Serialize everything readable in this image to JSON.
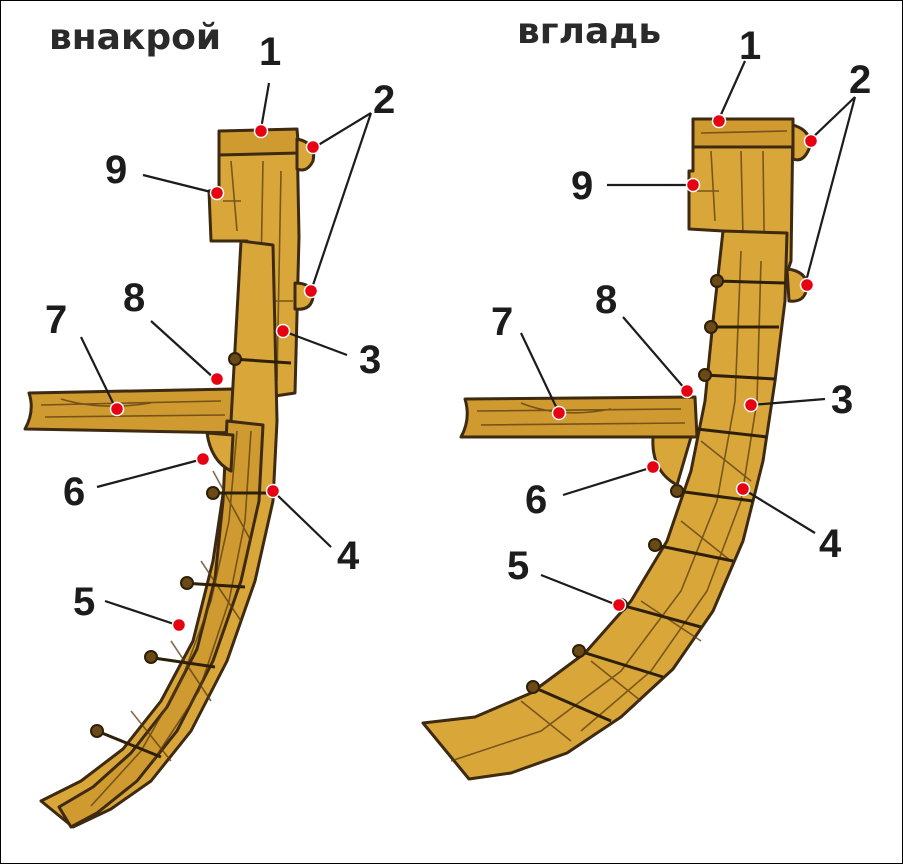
{
  "diagrams": [
    {
      "title": "внакрой",
      "labels": [
        "1",
        "2",
        "9",
        "8",
        "7",
        "3",
        "6",
        "4",
        "5"
      ]
    },
    {
      "title": "вгладь",
      "labels": [
        "1",
        "2",
        "9",
        "8",
        "7",
        "3",
        "6",
        "4",
        "5"
      ]
    }
  ],
  "colors": {
    "wood": "#d9a63a",
    "outline": "#3d2a10",
    "marker": "#e60012",
    "text": "#1c1c1c"
  }
}
